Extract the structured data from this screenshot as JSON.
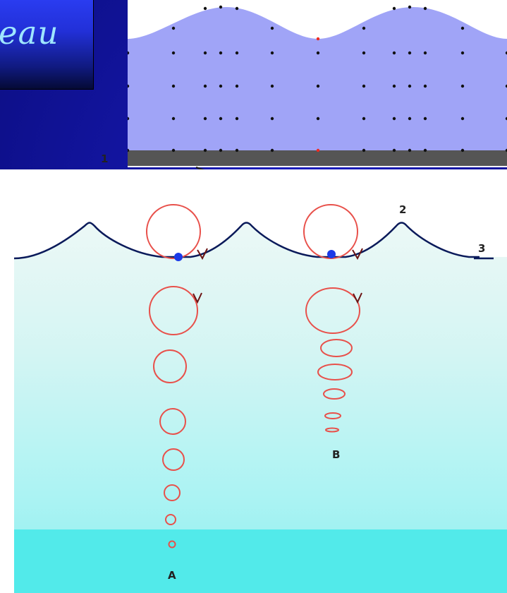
{
  "title": "eau",
  "labels": {
    "arrow": "1",
    "crest": "2",
    "still_level": "3",
    "deep_water": "A",
    "shallow_water": "B"
  },
  "colors": {
    "background": "#1416a6",
    "water_top": "#a0a4f7",
    "seabed": "#555555",
    "particle": "#111111",
    "marked_particle": "#ee2a1f",
    "orbit": "#e8504a",
    "water_surface": "#0a1a5a",
    "water_deep": "#52eaea",
    "blue_dot": "#1a3ae8"
  }
}
